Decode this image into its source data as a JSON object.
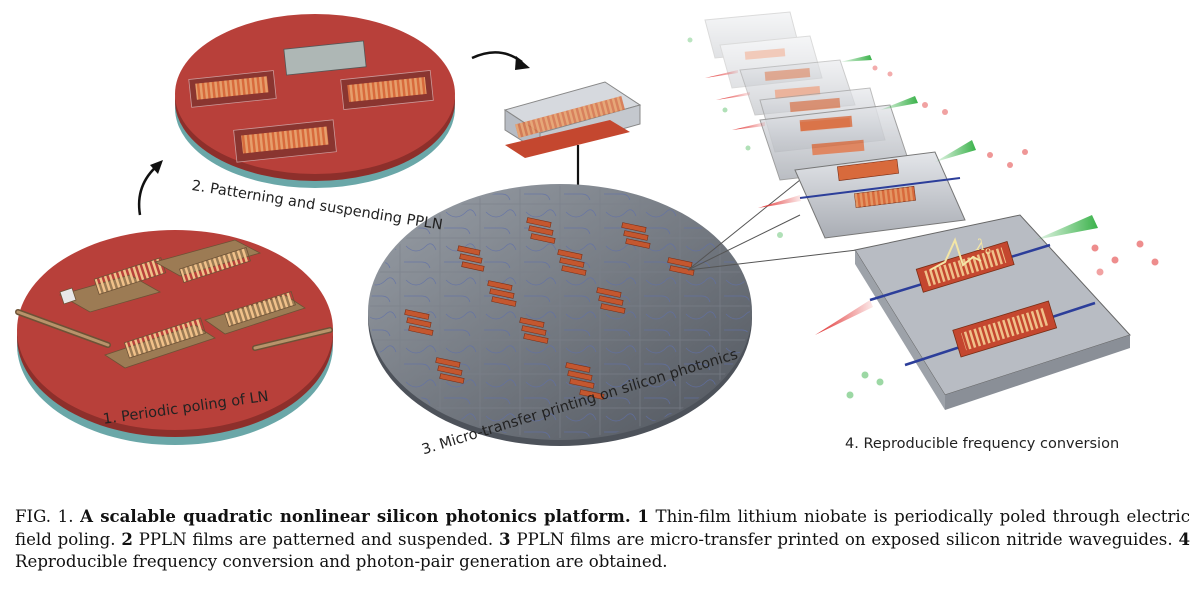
{
  "figure": {
    "step1_label": "1. Periodic poling of LN",
    "step2_label": "2. Patterning and suspending PPLN",
    "step3_label": "3. Micro-transfer printing on silicon photonics",
    "step4_label": "4. Reproducible frequency conversion",
    "colors": {
      "wafer_red": "#b8403a",
      "wafer_edge": "#6aa7a8",
      "electrode_gold": "#9c7b54",
      "ppln_orange": "#d86a3c",
      "chip_gray": "#c9ccd1",
      "beam_red": "#e03030",
      "beam_green": "#3ab24a",
      "waveguide_blue": "#2c3e9a"
    }
  },
  "caption": {
    "fig_label": "FIG. 1.",
    "title": "A scalable quadratic nonlinear silicon photonics platform.",
    "n1": "1",
    "t1": "Thin-film lithium niobate is periodically poled through electric field poling.",
    "n2": "2",
    "t2": "PPLN films are patterned and suspended.",
    "n3": "3",
    "t3": "PPLN films are micro-transfer printed on exposed silicon nitride waveguides.",
    "n4": "4",
    "t4": "Reproducible frequency conversion and photon-pair generation are obtained."
  }
}
